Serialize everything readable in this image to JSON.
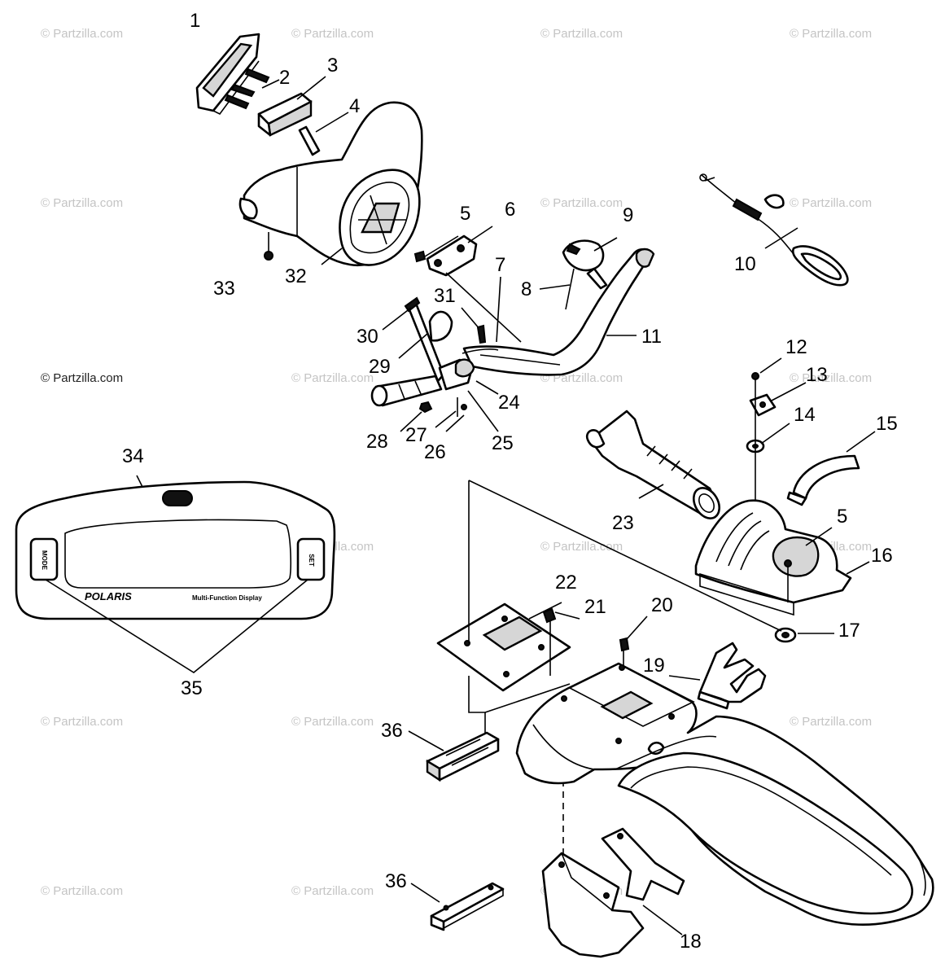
{
  "watermark": "© Partzilla.com",
  "callouts": [
    {
      "id": "1",
      "text": "1"
    },
    {
      "id": "2",
      "text": "2"
    },
    {
      "id": "3",
      "text": "3"
    },
    {
      "id": "4",
      "text": "4"
    },
    {
      "id": "5a",
      "text": "5"
    },
    {
      "id": "5b",
      "text": "5"
    },
    {
      "id": "6",
      "text": "6"
    },
    {
      "id": "7",
      "text": "7"
    },
    {
      "id": "8",
      "text": "8"
    },
    {
      "id": "9",
      "text": "9"
    },
    {
      "id": "10",
      "text": "10"
    },
    {
      "id": "11",
      "text": "11"
    },
    {
      "id": "12",
      "text": "12"
    },
    {
      "id": "13",
      "text": "13"
    },
    {
      "id": "14",
      "text": "14"
    },
    {
      "id": "15",
      "text": "15"
    },
    {
      "id": "16",
      "text": "16"
    },
    {
      "id": "17",
      "text": "17"
    },
    {
      "id": "18",
      "text": "18"
    },
    {
      "id": "19",
      "text": "19"
    },
    {
      "id": "20",
      "text": "20"
    },
    {
      "id": "21",
      "text": "21"
    },
    {
      "id": "22",
      "text": "22"
    },
    {
      "id": "23",
      "text": "23"
    },
    {
      "id": "24",
      "text": "24"
    },
    {
      "id": "25",
      "text": "25"
    },
    {
      "id": "26",
      "text": "26"
    },
    {
      "id": "27",
      "text": "27"
    },
    {
      "id": "28",
      "text": "28"
    },
    {
      "id": "29",
      "text": "29"
    },
    {
      "id": "30",
      "text": "30"
    },
    {
      "id": "31",
      "text": "31"
    },
    {
      "id": "32",
      "text": "32"
    },
    {
      "id": "33",
      "text": "33"
    },
    {
      "id": "34",
      "text": "34"
    },
    {
      "id": "35",
      "text": "35"
    },
    {
      "id": "36a",
      "text": "36"
    },
    {
      "id": "36b",
      "text": "36"
    }
  ],
  "display_panel": {
    "brand": "POLARIS",
    "caption": "Multi-Function Display",
    "left_button": "MODE",
    "right_button": "SET"
  }
}
